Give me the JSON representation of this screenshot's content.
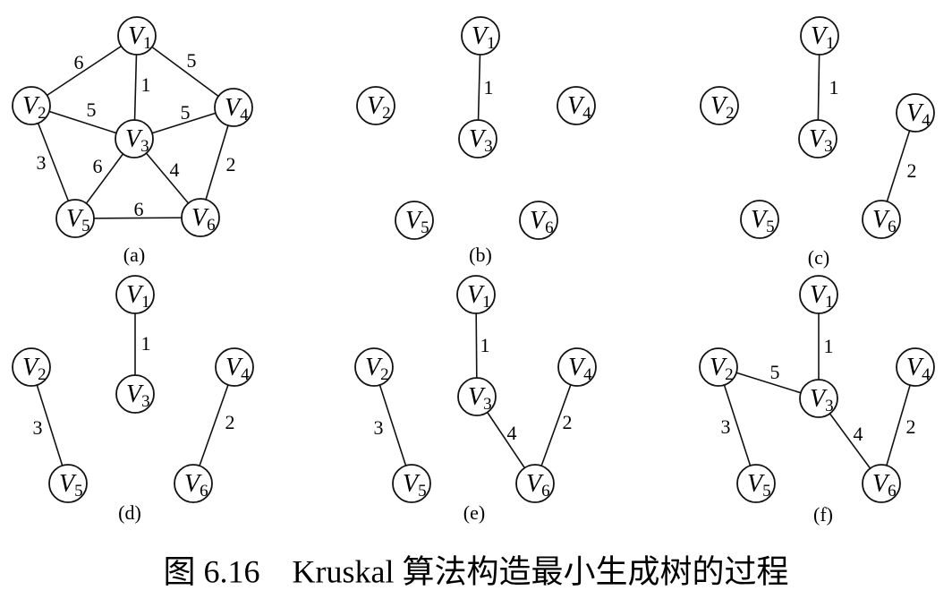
{
  "caption": "图 6.16　Kruskal 算法构造最小生成树的过程",
  "vertex_letter": "V",
  "panels": [
    {
      "label": "(a)",
      "vertices": [
        "1",
        "2",
        "3",
        "4",
        "5",
        "6"
      ],
      "edges": [
        {
          "u": "1",
          "v": "2",
          "w": "6"
        },
        {
          "u": "1",
          "v": "4",
          "w": "5"
        },
        {
          "u": "1",
          "v": "3",
          "w": "1"
        },
        {
          "u": "2",
          "v": "3",
          "w": "5"
        },
        {
          "u": "3",
          "v": "4",
          "w": "5"
        },
        {
          "u": "2",
          "v": "5",
          "w": "3"
        },
        {
          "u": "3",
          "v": "5",
          "w": "6"
        },
        {
          "u": "3",
          "v": "6",
          "w": "4"
        },
        {
          "u": "4",
          "v": "6",
          "w": "2"
        },
        {
          "u": "5",
          "v": "6",
          "w": "6"
        }
      ]
    },
    {
      "label": "(b)",
      "vertices": [
        "1",
        "2",
        "3",
        "4",
        "5",
        "6"
      ],
      "edges": [
        {
          "u": "1",
          "v": "3",
          "w": "1"
        }
      ]
    },
    {
      "label": "(c)",
      "vertices": [
        "1",
        "2",
        "3",
        "4",
        "5",
        "6"
      ],
      "edges": [
        {
          "u": "1",
          "v": "3",
          "w": "1"
        },
        {
          "u": "4",
          "v": "6",
          "w": "2"
        }
      ]
    },
    {
      "label": "(d)",
      "vertices": [
        "1",
        "2",
        "3",
        "4",
        "5",
        "6"
      ],
      "edges": [
        {
          "u": "1",
          "v": "3",
          "w": "1"
        },
        {
          "u": "2",
          "v": "5",
          "w": "3"
        },
        {
          "u": "4",
          "v": "6",
          "w": "2"
        }
      ]
    },
    {
      "label": "(e)",
      "vertices": [
        "1",
        "2",
        "3",
        "4",
        "5",
        "6"
      ],
      "edges": [
        {
          "u": "1",
          "v": "3",
          "w": "1"
        },
        {
          "u": "2",
          "v": "5",
          "w": "3"
        },
        {
          "u": "4",
          "v": "6",
          "w": "2"
        },
        {
          "u": "3",
          "v": "6",
          "w": "4"
        }
      ]
    },
    {
      "label": "(f)",
      "vertices": [
        "1",
        "2",
        "3",
        "4",
        "5",
        "6"
      ],
      "edges": [
        {
          "u": "1",
          "v": "3",
          "w": "1"
        },
        {
          "u": "2",
          "v": "5",
          "w": "3"
        },
        {
          "u": "4",
          "v": "6",
          "w": "2"
        },
        {
          "u": "3",
          "v": "6",
          "w": "4"
        },
        {
          "u": "2",
          "v": "3",
          "w": "5"
        }
      ]
    }
  ]
}
